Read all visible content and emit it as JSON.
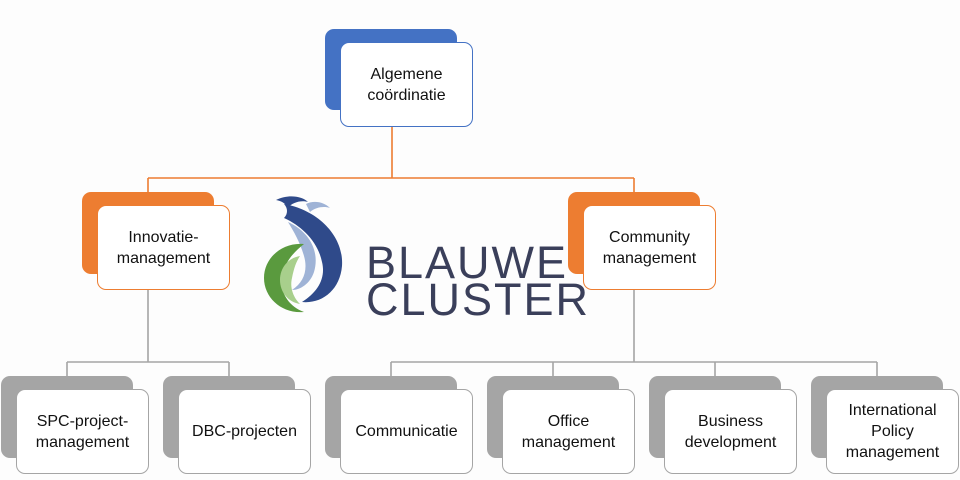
{
  "colors": {
    "top": "#4472c4",
    "mid": "#ed7d31",
    "leaf": "#a5a5a5",
    "logo_text": "#3a3f5a",
    "logo_blue": "#2f4a8a",
    "logo_green": "#5a9a3e"
  },
  "logo": {
    "icon": "blauwe-cluster-swirl-icon",
    "line1": "BLAUWE",
    "line2": "CLUSTER"
  },
  "nodes": {
    "root": {
      "label": "Algemene\ncoördinatie"
    },
    "innovatie": {
      "label": "Innovatie-\nmanagement"
    },
    "community": {
      "label": "Community\nmanagement"
    },
    "spc": {
      "label": "SPC-project-\nmanagement"
    },
    "dbc": {
      "label": "DBC-projecten"
    },
    "communicatie": {
      "label": "Communicatie"
    },
    "office": {
      "label": "Office\nmanagement"
    },
    "business": {
      "label": "Business\ndevelopment"
    },
    "international": {
      "label": "International\nPolicy\nmanagement"
    }
  }
}
